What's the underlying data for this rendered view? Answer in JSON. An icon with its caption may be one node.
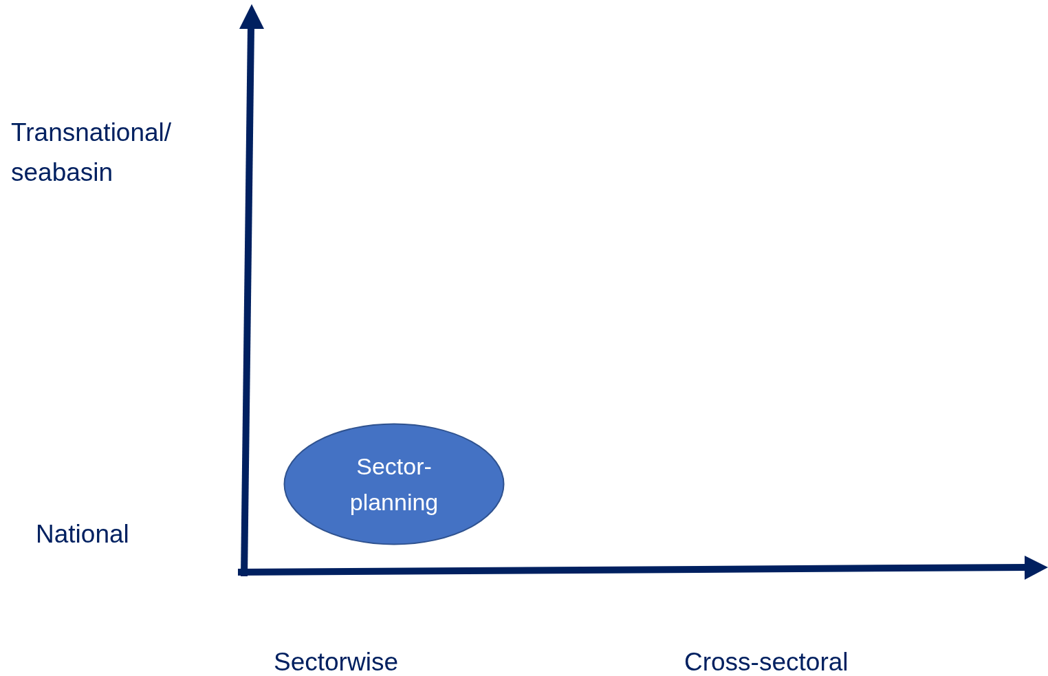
{
  "diagram": {
    "nodes": [
      {
        "text": [
          "Sector- planning"
        ]
      }
    ],
    "edges": [],
    "labels": [
      "Transnational/ seabasin",
      "National",
      "Sectorwise",
      "Cross-sectoral"
    ]
  }
}
